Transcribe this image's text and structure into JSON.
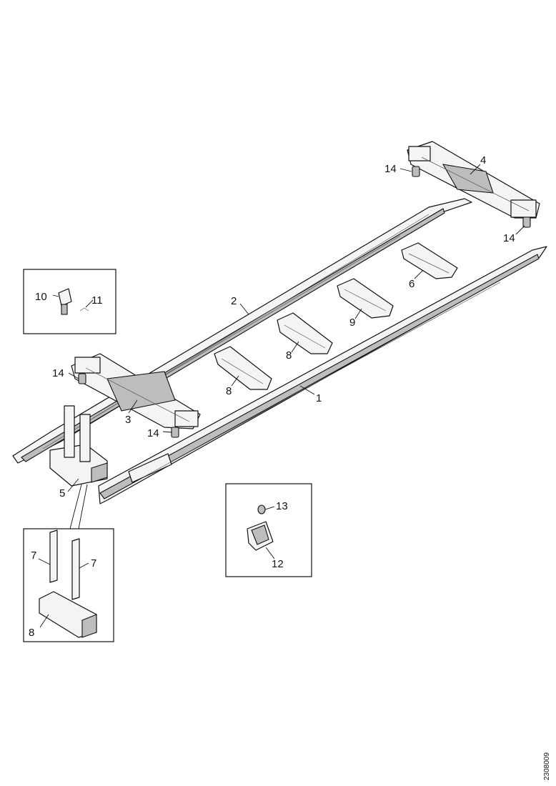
{
  "callouts": {
    "c1": "1",
    "c2": "2",
    "c3": "3",
    "c4": "4",
    "c5": "5",
    "c6": "6",
    "c7a": "7",
    "c7b": "7",
    "c8a": "8",
    "c8b": "8",
    "c8c": "8",
    "c9": "9",
    "c10": "10",
    "c11": "11",
    "c12": "12",
    "c13": "13",
    "c14a": "14",
    "c14b": "14",
    "c14c": "14",
    "c14d": "14"
  },
  "drawing_ref": "2308009"
}
